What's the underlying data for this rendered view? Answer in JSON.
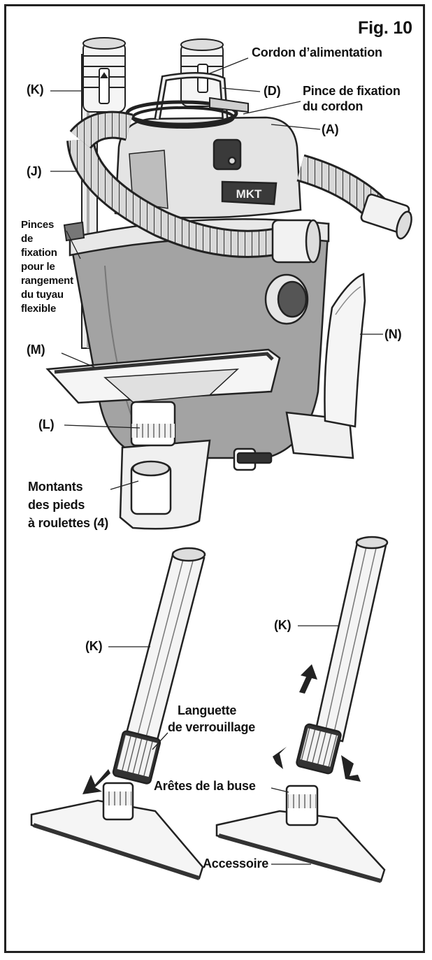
{
  "figure": {
    "number": "Fig. 10"
  },
  "labels": {
    "power_cord": "Cordon d’alimentation",
    "D": "(D)",
    "cord_clip_line1": "Pince de fixation",
    "cord_clip_line2": "du cordon",
    "A": "(A)",
    "K_top": "(K)",
    "J": "(J)",
    "hose_clips": [
      "Pinces",
      "de",
      "fixation",
      "pour le",
      "rangement",
      "du tuyau",
      "flexible"
    ],
    "M": "(M)",
    "N": "(N)",
    "L": "(L)",
    "caster_posts": [
      "Montants",
      "des pieds",
      "à roulettes (4)"
    ],
    "K_left": "(K)",
    "K_right": "(K)",
    "locking_tab": [
      "Languette",
      "de verrouillage"
    ],
    "nozzle_ridges": "Arêtes de la buse",
    "accessory": "Accessoire"
  },
  "brand_logo": "MKT",
  "colors": {
    "line": "#222222",
    "tank": "#a3a3a3",
    "body_fill": "#e4e4e4",
    "dark": "#3a3a3a"
  }
}
